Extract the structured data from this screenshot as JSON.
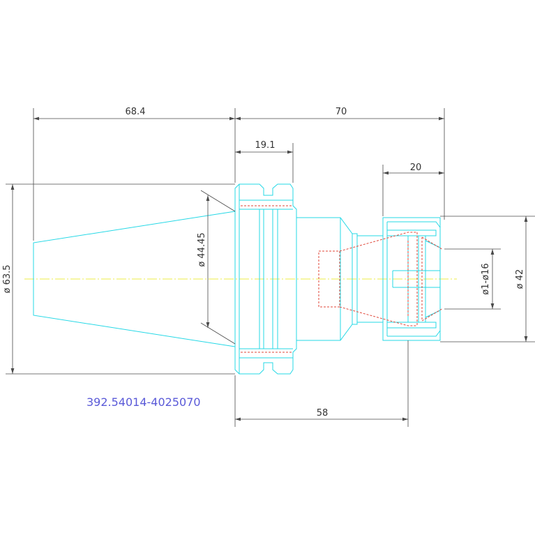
{
  "drawing": {
    "part_number": "392.54014-4025070",
    "colors": {
      "outline": "#25d8e6",
      "hidden_lines": "#e0473a",
      "centerline": "#eeee4a",
      "dimensions": "#4a4a4a",
      "part_number_text": "#5a5ad8"
    },
    "dimensions": {
      "taper_length": "68.4",
      "total_length": "70",
      "flange_width": "19.1",
      "nut_length": "20",
      "flange_diameter": "ø 63.5",
      "taper_diameter": "ø 44.45",
      "clamping_range": "ø1-ø16",
      "nut_diameter": "ø 42",
      "gauge_length": "58"
    }
  }
}
